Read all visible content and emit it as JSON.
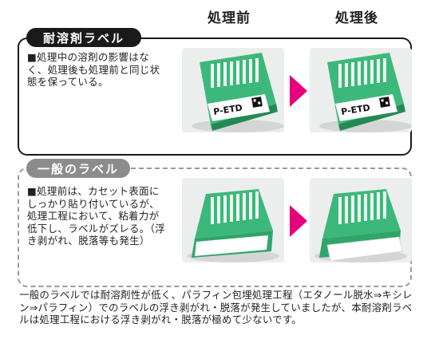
{
  "headers": {
    "before": "処理前",
    "after": "処理後"
  },
  "resistant": {
    "tag": "耐溶剤ラベル",
    "description": "■処理中の溶剤の影響はなく、処理後も処理前と同じ状態を保っている。",
    "label_text": "P-ETD"
  },
  "general": {
    "tag": "一般のラベル",
    "description": "■処理前は、カセット表面にしっかり貼り付いているが、処理工程において、粘着力が低下し、ラベルがズレる。（浮き剥がれ、脱落等も発生）"
  },
  "footer": "一般のラベルでは耐溶剤性が低く、パラフィン包埋処理工程（エタノール脱水⇒キシレン⇒パラフィン）でのラベルの浮き剥がれ・脱落が発生していましたが、本耐溶剤ラベルは処理工程における浮き剥がれ・脱落が極めて少ないです。",
  "colors": {
    "cassette_green": "#3cb97a",
    "cassette_dark": "#238a55",
    "arrow_pink": "#e6007e",
    "tag_black": "#1a1a1a",
    "tag_gray": "#8c8c8c"
  },
  "icons": {
    "arrow": "triangle-right-arrow-icon",
    "qr": "qr-code-icon"
  }
}
